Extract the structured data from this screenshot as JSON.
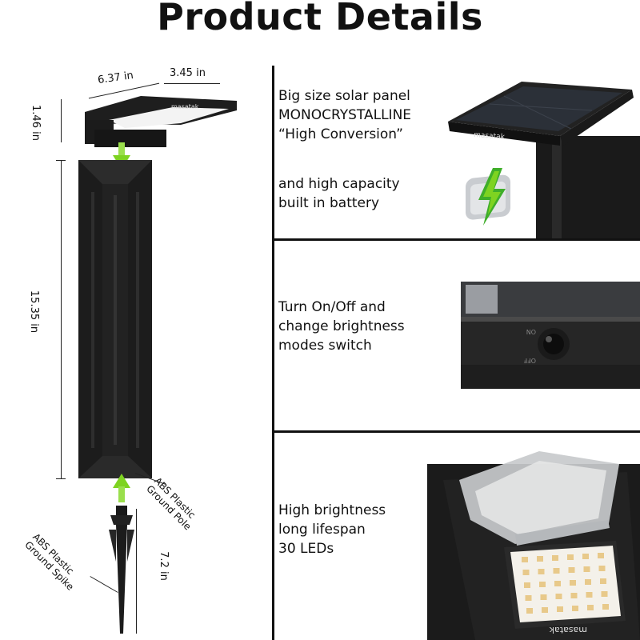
{
  "header": {
    "title": "Product Details"
  },
  "dimensions": {
    "length": "6.37 in",
    "width": "3.45 in",
    "head_height": "1.46 in",
    "pole_height": "15.35 in",
    "spike_height": "7.2 in"
  },
  "labels": {
    "pole_material": "ABS Plastic\nGround Pole",
    "spike_material": "ABS Plastic\nGround Spike",
    "brand": "masatak",
    "brand_rotated": "masatak"
  },
  "features": [
    {
      "text": "Big size solar panel\nMONOCRYSTALLINE\n“High Conversion”"
    },
    {
      "text": "and high capacity\nbuilt in battery"
    },
    {
      "text": "Turn On/Off and\nchange brightness\nmodes switch"
    },
    {
      "text": "High brightness\nlong lifespan\n30 LEDs"
    }
  ],
  "colors": {
    "accent_green": "#7ed321",
    "product_black": "#1c1c1c"
  }
}
